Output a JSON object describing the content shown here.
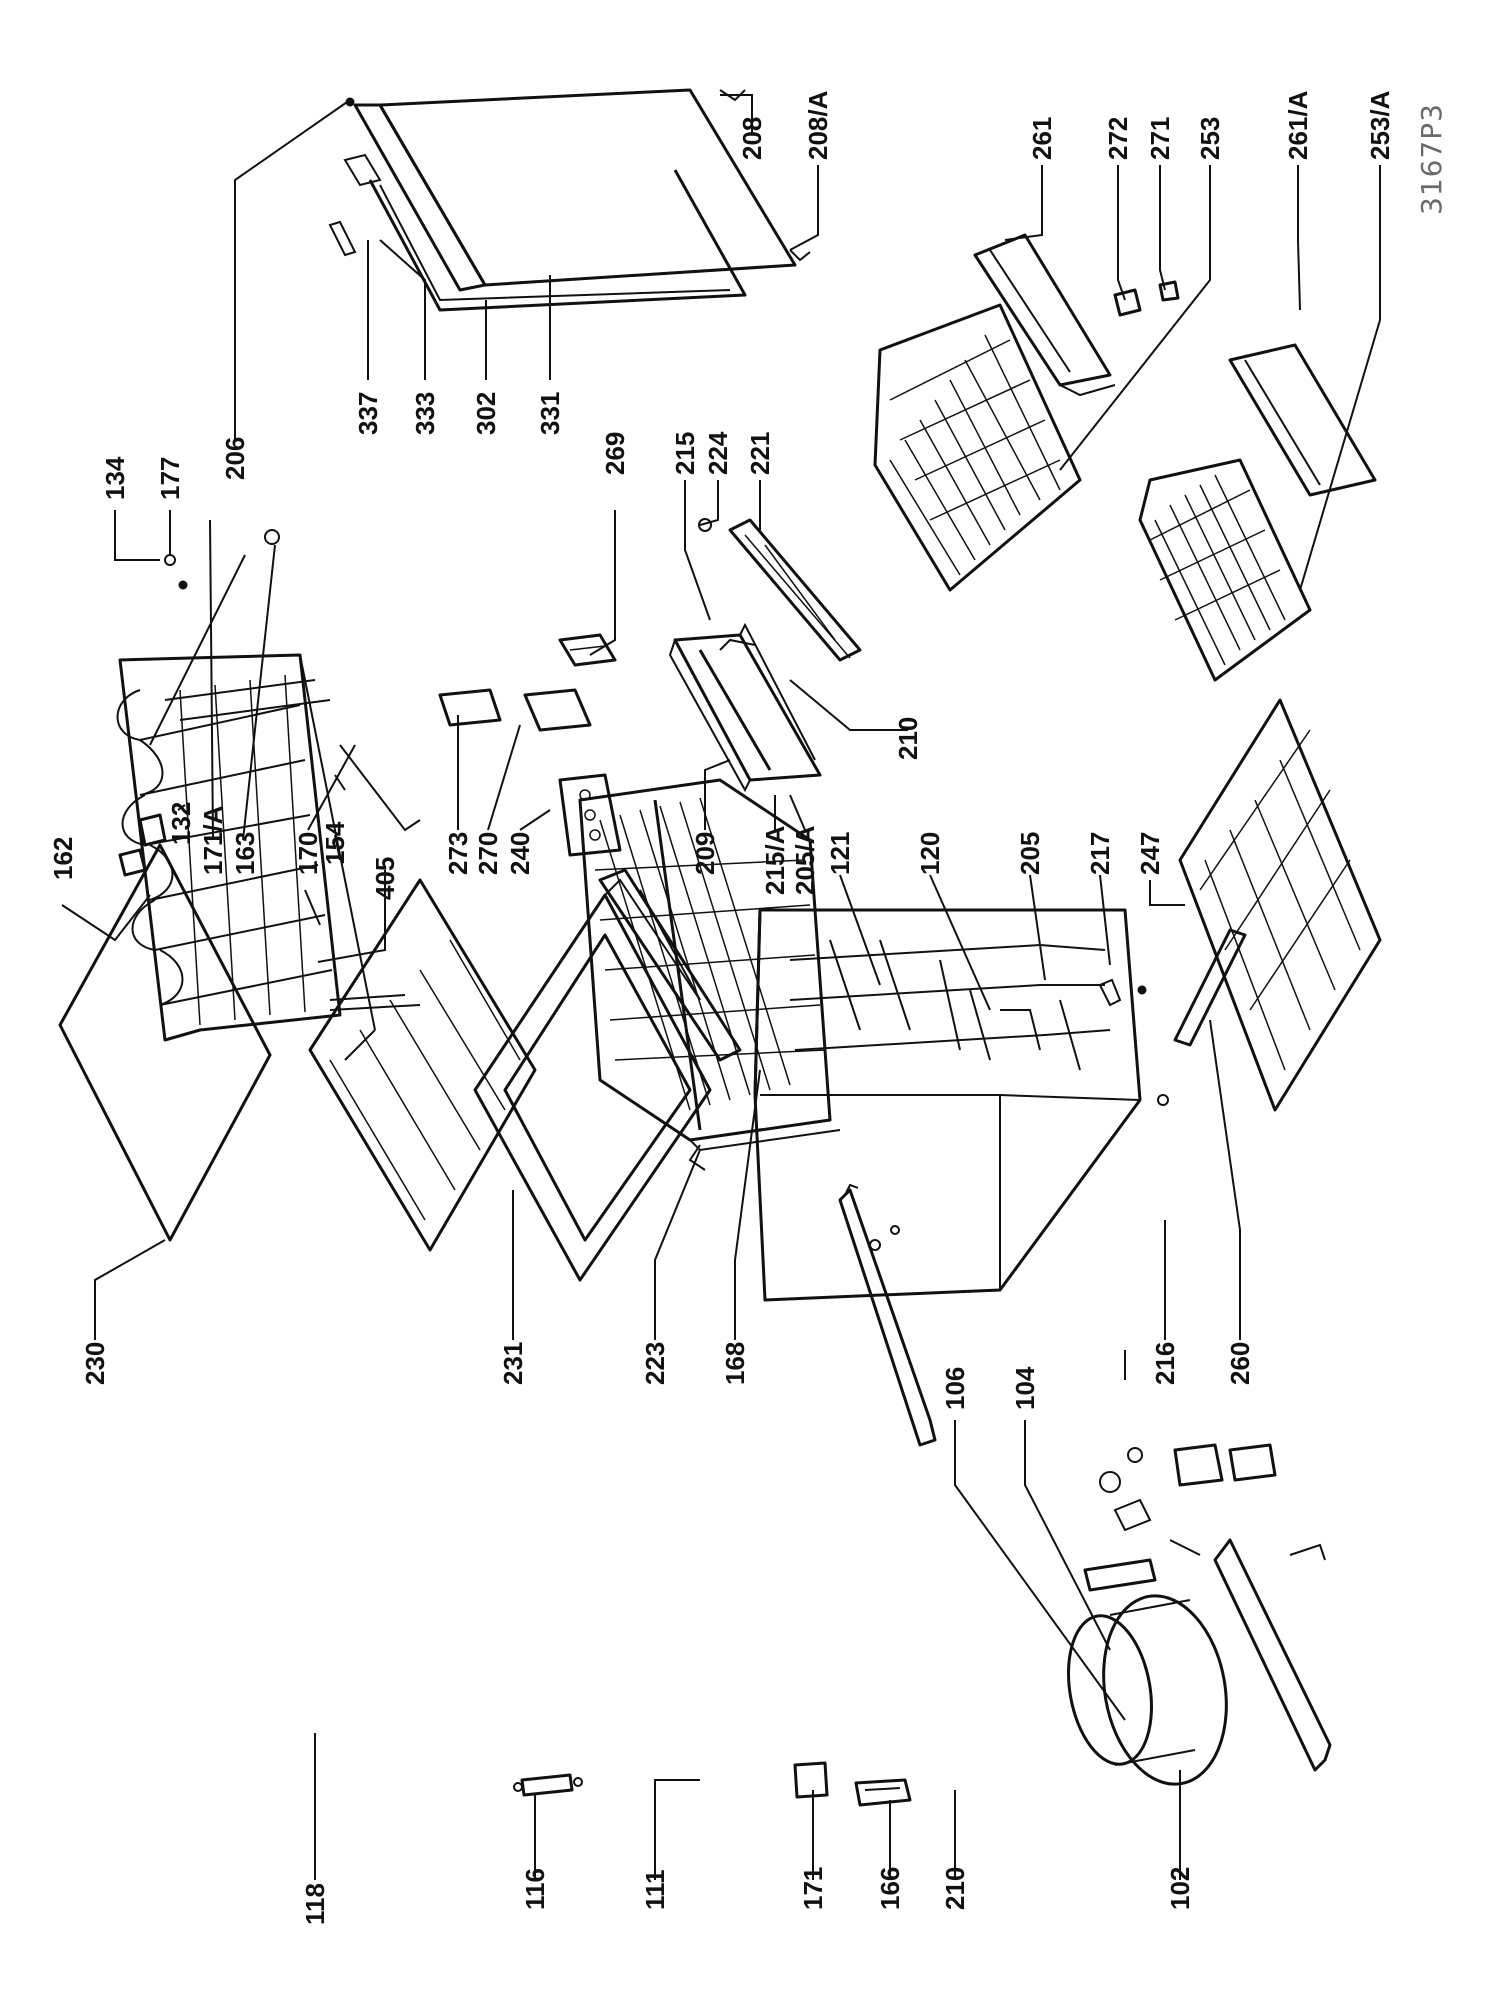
{
  "drawing_code": "3167P3",
  "callouts": [
    "118",
    "116",
    "111",
    "171",
    "166",
    "210",
    "106",
    "104",
    "102",
    "230",
    "231",
    "223",
    "168",
    "216",
    "260",
    "162",
    "132",
    "171/A",
    "163",
    "170",
    "154",
    "405",
    "273",
    "270",
    "240",
    "209",
    "215/A",
    "205/A",
    "121",
    "120",
    "205",
    "217",
    "247",
    "134",
    "177",
    "206",
    "337",
    "333",
    "302",
    "331",
    "269",
    "215",
    "224",
    "221",
    "210",
    "208",
    "208/A",
    "261",
    "272",
    "271",
    "253",
    "261/A",
    "253/A"
  ]
}
